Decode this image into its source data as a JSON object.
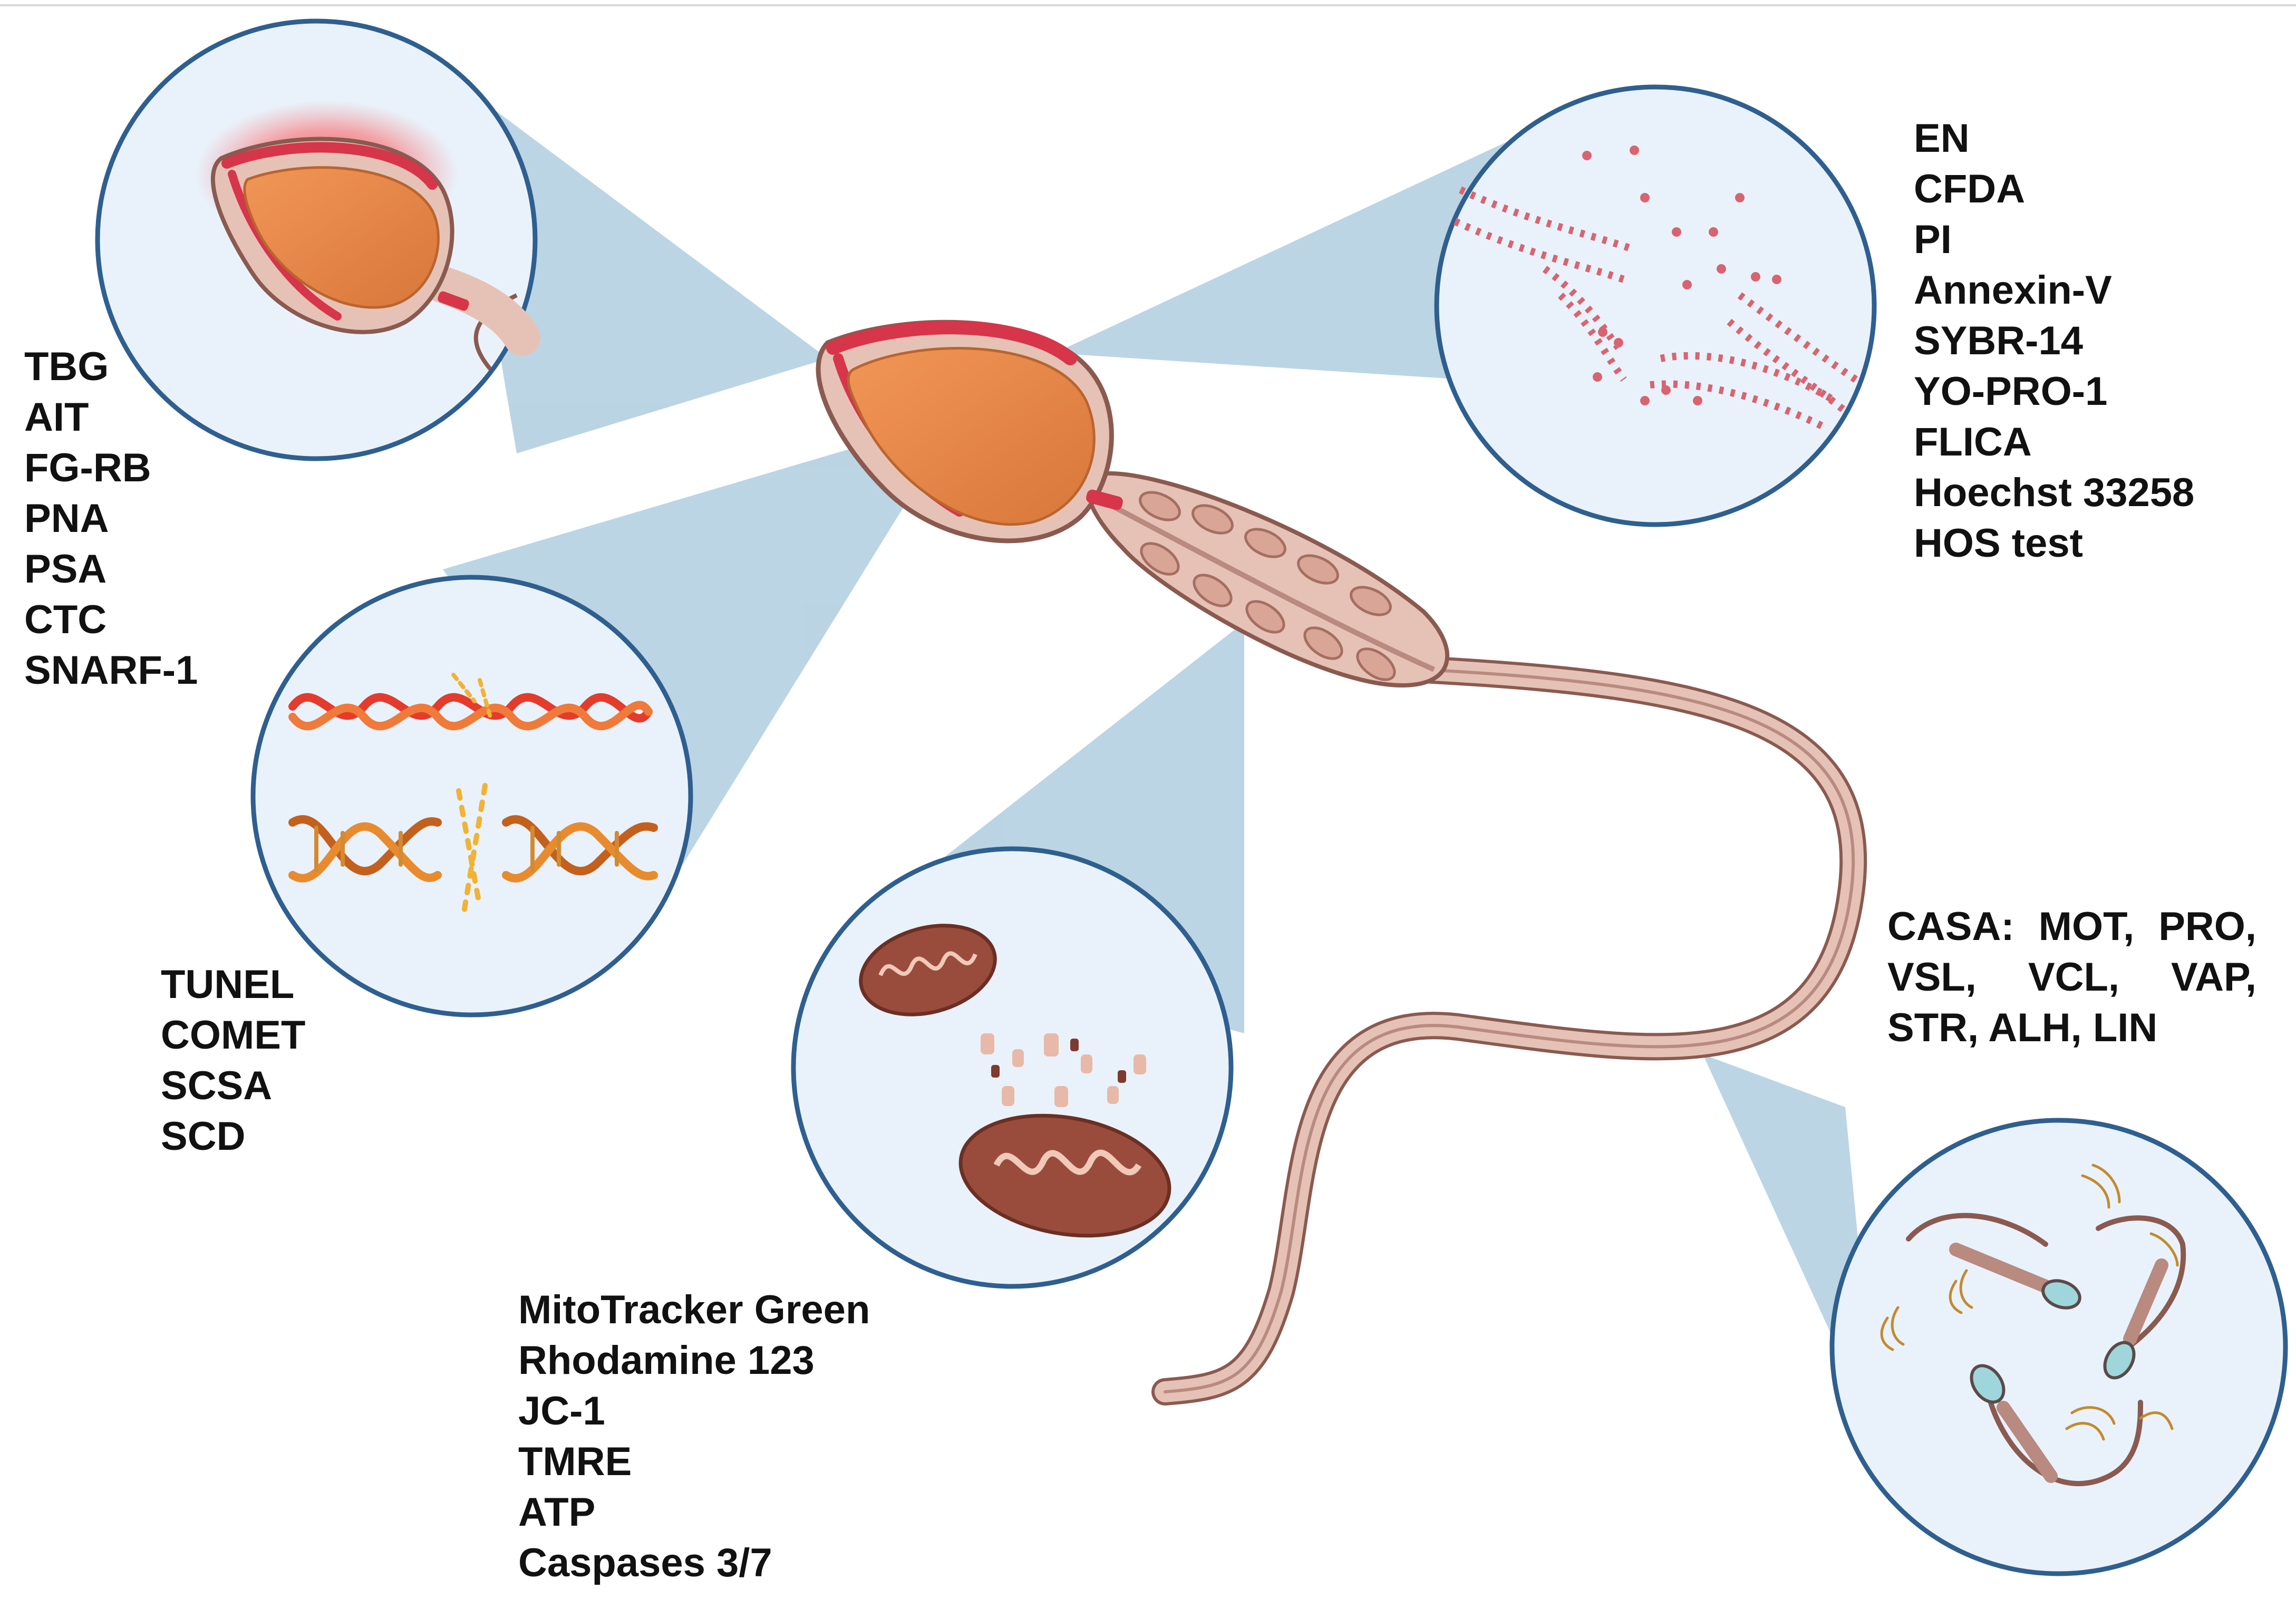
{
  "colors": {
    "cone": "#b4d0e2",
    "circle_fill": "#e9f2fb",
    "circle_stroke": "#2f5f8f",
    "sperm_body": "#e6c2b6",
    "sperm_outline": "#8a5a50",
    "nucleus": "#e98a4a",
    "acrosome_red": "#d6354a",
    "mitochondria": "#9a4c3c",
    "label_text": "#111111"
  },
  "icons": [
    "sperm-head-glow-icon",
    "membrane-bilayer-icon",
    "dna-double-helix-icon",
    "mitochondrion-icon",
    "motile-sperm-icon"
  ],
  "acrosome_methods": [
    "TBG",
    "AIT",
    "FG-RB",
    "PNA",
    "PSA",
    "CTC",
    "SNARF-1"
  ],
  "dna_methods": [
    "TUNEL",
    "COMET",
    "SCSA",
    "SCD"
  ],
  "mito_methods": [
    "MitoTracker Green",
    "Rhodamine 123",
    "JC-1",
    "TMRE",
    "ATP",
    "Caspases 3/7"
  ],
  "membrane_methods": [
    "EN",
    "CFDA",
    "PI",
    "Annexin-V",
    "SYBR-14",
    "YO-PRO-1",
    "FLICA",
    "Hoechst 33258",
    "HOS test"
  ],
  "casa_methods": [
    "CASA: MOT, PRO,",
    "VSL, VCL, VAP,",
    "STR, ALH, LIN"
  ]
}
